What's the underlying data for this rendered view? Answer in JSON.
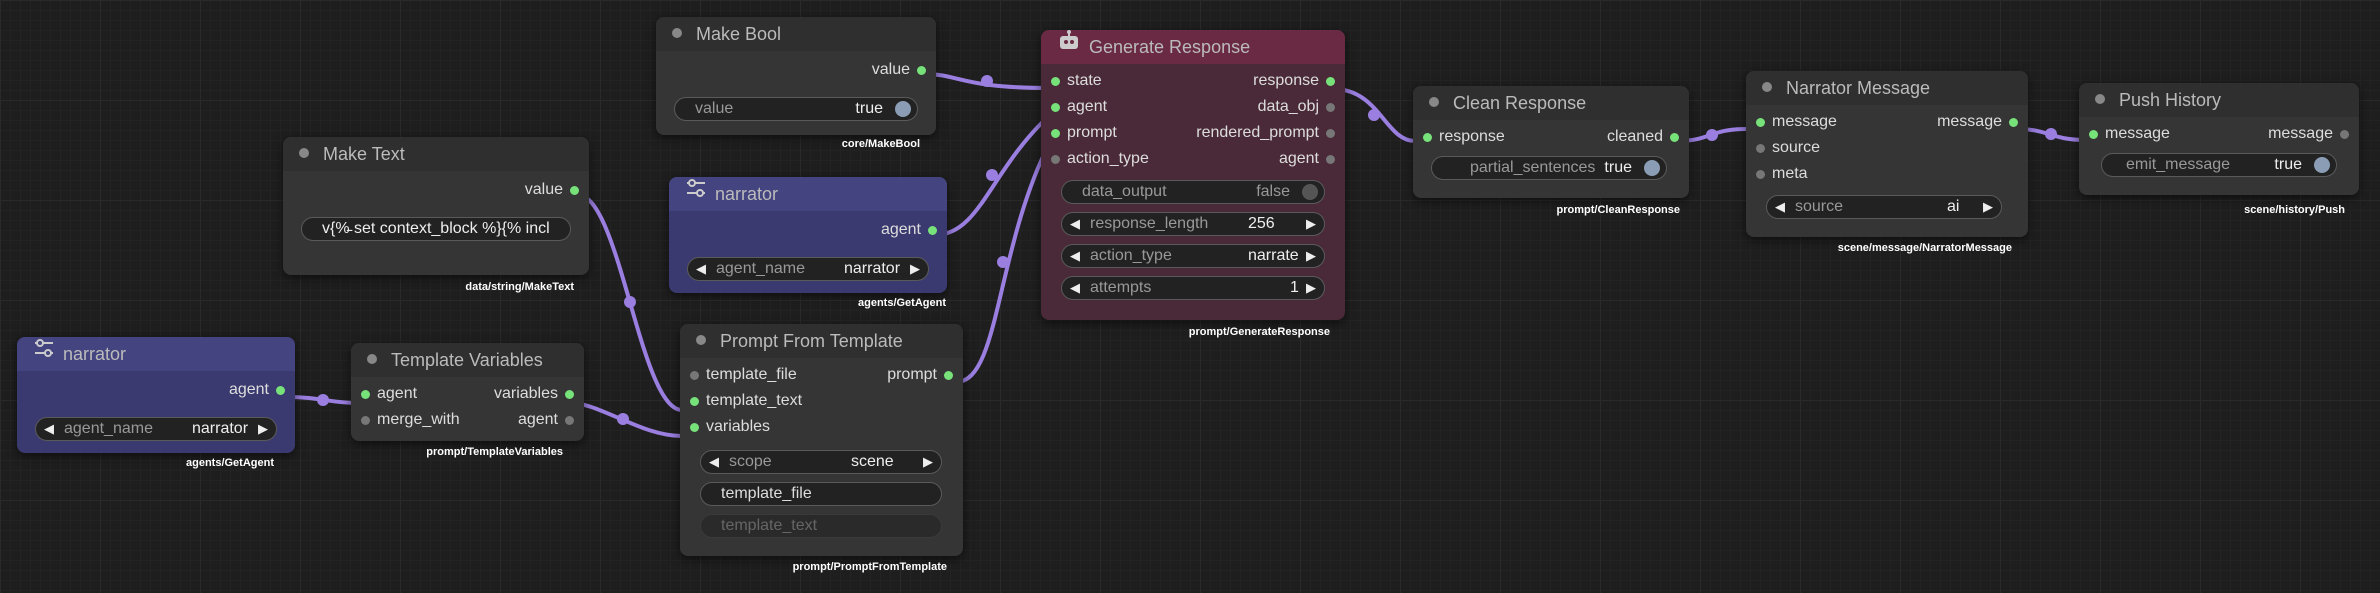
{
  "nodes": {
    "make_bool": {
      "title": "Make Bool",
      "out": "value",
      "widget_name": "value",
      "widget_value": "true",
      "path": "core/MakeBool"
    },
    "make_text": {
      "title": "Make Text",
      "out": "value",
      "widget_value": "v{%̵ set context_block %}{% incl",
      "path": "data/string/MakeText"
    },
    "get_agent_top": {
      "title": "narrator",
      "out": "agent",
      "widget_name": "agent_name",
      "widget_value": "narrator",
      "path": "agents/GetAgent"
    },
    "get_agent_left": {
      "title": "narrator",
      "out": "agent",
      "widget_name": "agent_name",
      "widget_value": "narrator",
      "path": "agents/GetAgent"
    },
    "template_vars": {
      "title": "Template Variables",
      "in": [
        "agent",
        "merge_with"
      ],
      "out": [
        "variables",
        "agent"
      ],
      "path": "prompt/TemplateVariables"
    },
    "prompt_from_template": {
      "title": "Prompt From Template",
      "in": [
        "template_file",
        "template_text",
        "variables"
      ],
      "out": "prompt",
      "scope_name": "scope",
      "scope_value": "scene",
      "template_file": "template_file",
      "template_text": "template_text",
      "path": "prompt/PromptFromTemplate"
    },
    "generate_response": {
      "title": "Generate Response",
      "in": [
        "state",
        "agent",
        "prompt",
        "action_type"
      ],
      "out": [
        "response",
        "data_obj",
        "rendered_prompt",
        "agent"
      ],
      "w_data_output_name": "data_output",
      "w_data_output_value": "false",
      "w_response_length_name": "response_length",
      "w_response_length_value": "256",
      "w_action_type_name": "action_type",
      "w_action_type_value": "narrate",
      "w_attempts_name": "attempts",
      "w_attempts_value": "1",
      "path": "prompt/GenerateResponse"
    },
    "clean_response": {
      "title": "Clean Response",
      "in": "response",
      "out": "cleaned",
      "widget_name": "partial_sentences",
      "widget_value": "true",
      "path": "prompt/CleanResponse"
    },
    "narrator_message": {
      "title": "Narrator Message",
      "in": [
        "message",
        "source",
        "meta"
      ],
      "out": "message",
      "widget_name": "source",
      "widget_value": "ai",
      "path": "scene/message/NarratorMessage"
    },
    "push_history": {
      "title": "Push History",
      "in": "message",
      "out": "message",
      "widget_name": "emit_message",
      "widget_value": "true",
      "path": "scene/history/Push"
    }
  },
  "colors": {
    "wire": "#9a7ee0",
    "slot_on": "#77e27a",
    "slot_off": "#777777"
  },
  "icons": [
    "agent-icon",
    "robot-icon"
  ]
}
